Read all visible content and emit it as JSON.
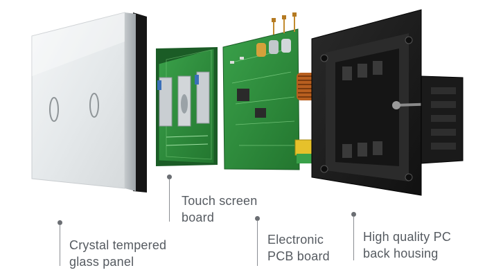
{
  "labels": {
    "touch_board": [
      "Touch screen",
      "board"
    ],
    "glass_panel": [
      "Crystal tempered",
      "glass panel"
    ],
    "pcb_board": [
      "Electronic",
      "PCB board"
    ],
    "back_housing": [
      "High quality PC",
      "back housing"
    ]
  },
  "colors": {
    "glass": "#e8eced",
    "glass_edge": "#c9cdd0",
    "pcb_green": "#2e8b3e",
    "pcb_dark": "#1f6a2c",
    "housing": "#1c1c1c",
    "text": "#555a60",
    "leader": "#8a8d92"
  }
}
